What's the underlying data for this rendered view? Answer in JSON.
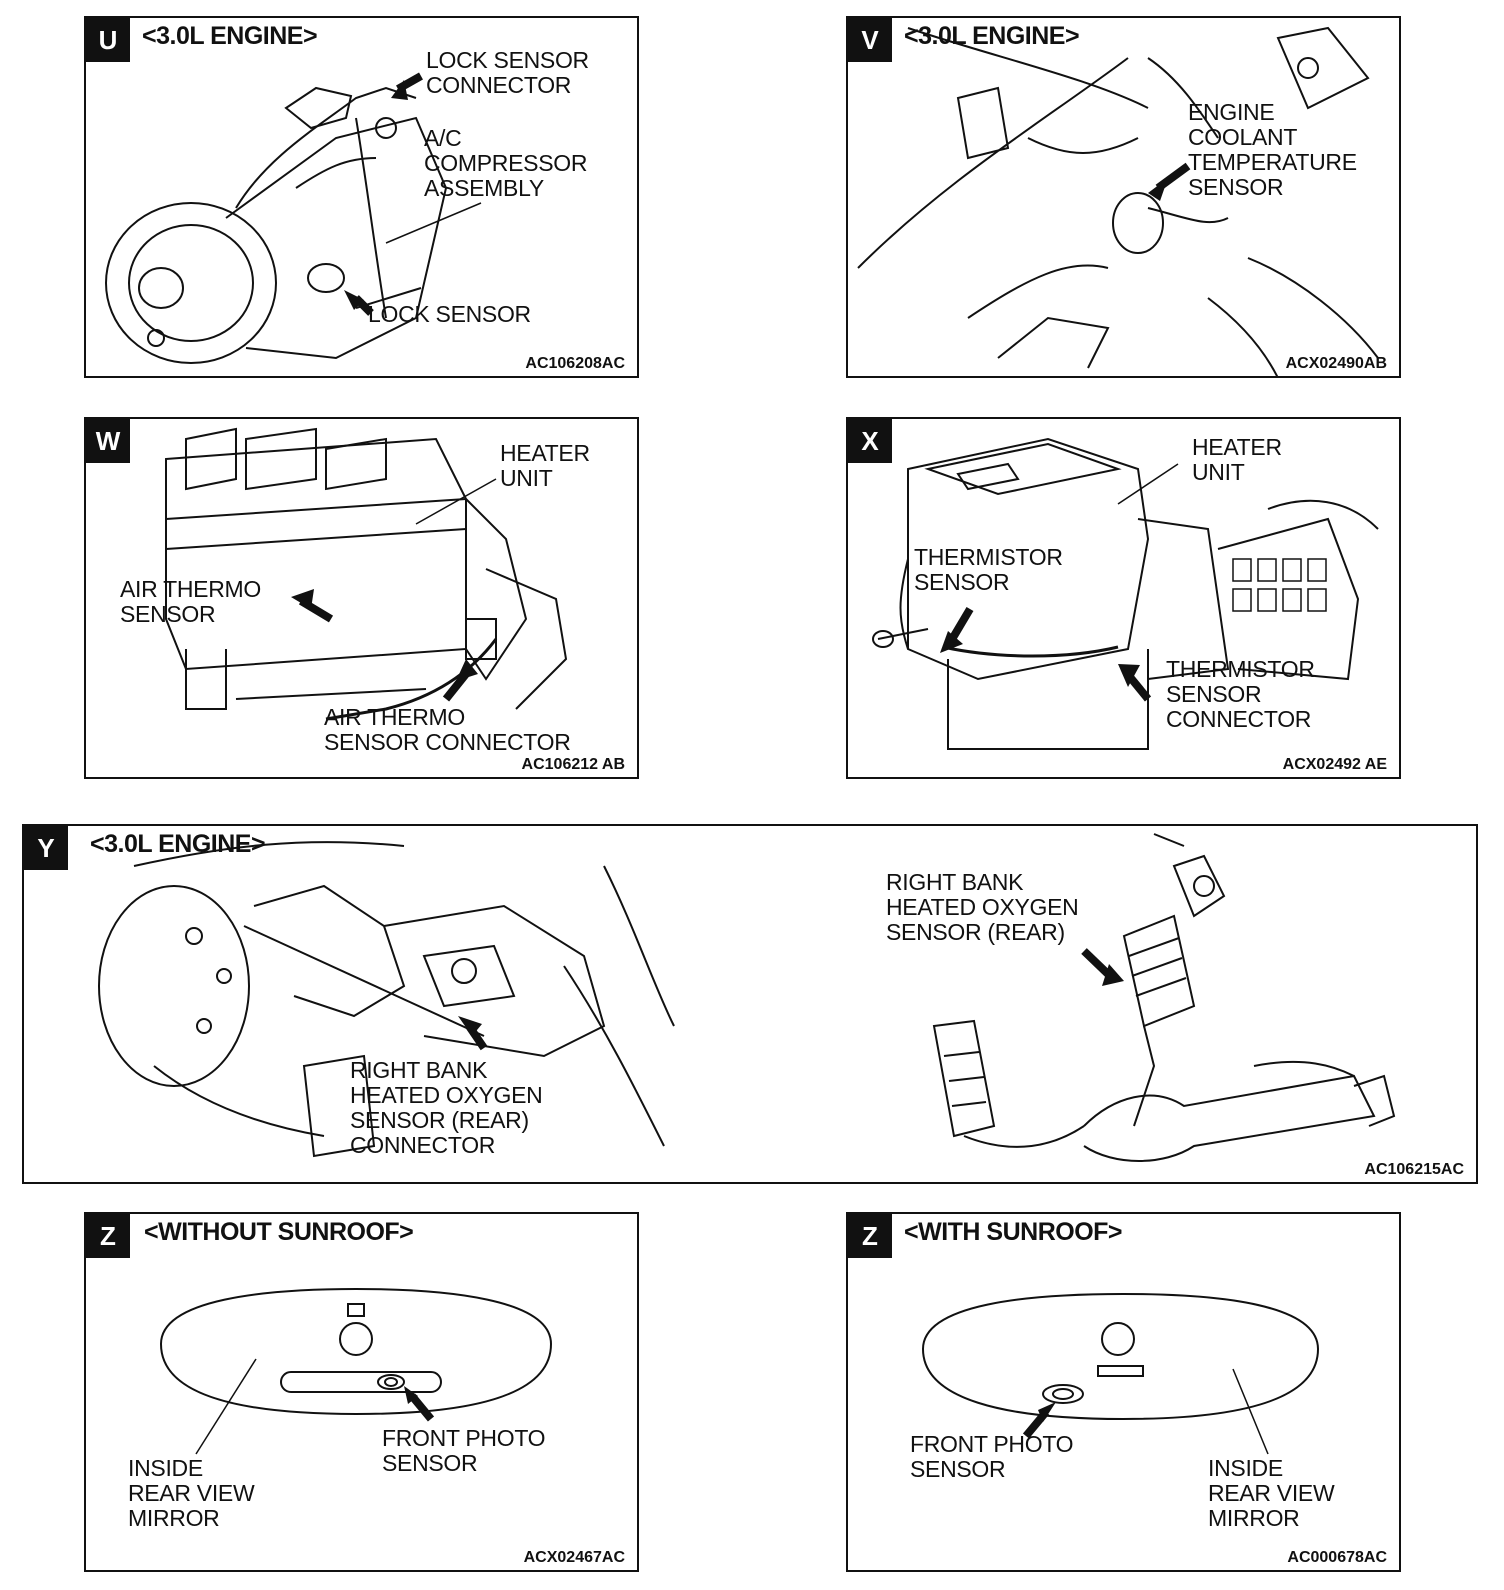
{
  "panels": {
    "u": {
      "tag": "U",
      "title": "<3.0L ENGINE>",
      "code": "AC106208AC",
      "labels": [
        "LOCK SENSOR\nCONNECTOR",
        "A/C\nCOMPRESSOR\nASSEMBLY",
        "LOCK SENSOR"
      ]
    },
    "v": {
      "tag": "V",
      "title": "<3.0L ENGINE>",
      "code": "ACX02490AB",
      "labels": [
        "ENGINE\nCOOLANT\nTEMPERATURE\nSENSOR"
      ]
    },
    "w": {
      "tag": "W",
      "title": "",
      "code": "AC106212 AB",
      "labels": [
        "HEATER\nUNIT",
        "AIR THERMO\nSENSOR",
        "AIR THERMO\nSENSOR CONNECTOR"
      ]
    },
    "x": {
      "tag": "X",
      "title": "",
      "code": "ACX02492 AE",
      "labels": [
        "HEATER\nUNIT",
        "THERMISTOR\nSENSOR",
        "THERMISTOR\nSENSOR\nCONNECTOR"
      ]
    },
    "y": {
      "tag": "Y",
      "title": "<3.0L ENGINE>",
      "code": "AC106215AC",
      "labels": [
        "RIGHT BANK\nHEATED OXYGEN\nSENSOR (REAR)\nCONNECTOR",
        "RIGHT BANK\nHEATED OXYGEN\nSENSOR (REAR)"
      ]
    },
    "z1": {
      "tag": "Z",
      "title": "<WITHOUT SUNROOF>",
      "code": "ACX02467AC",
      "labels": [
        "INSIDE\nREAR VIEW\nMIRROR",
        "FRONT PHOTO\nSENSOR"
      ]
    },
    "z2": {
      "tag": "Z",
      "title": "<WITH SUNROOF>",
      "code": "AC000678AC",
      "labels": [
        "FRONT PHOTO\nSENSOR",
        "INSIDE\nREAR VIEW\nMIRROR"
      ]
    }
  }
}
